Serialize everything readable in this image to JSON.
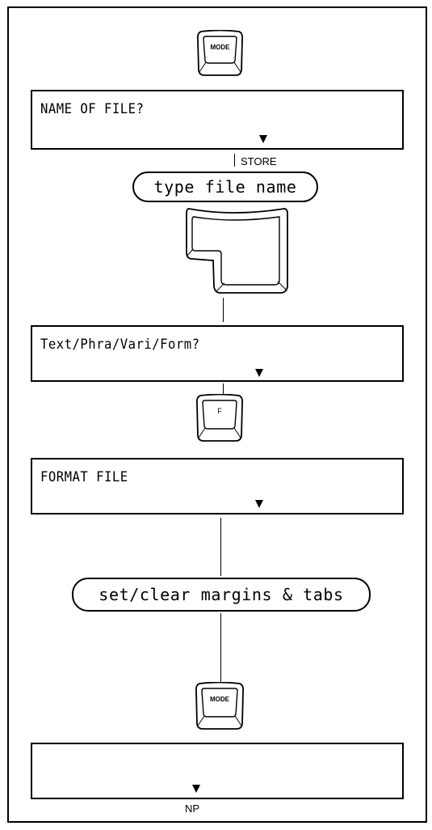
{
  "keys": {
    "mode_key_1": "MODE",
    "f_key": "F",
    "mode_key_2": "MODE"
  },
  "displays": {
    "name_of_file": "NAME OF FILE?",
    "file_type_prompt": "Text/Phra/Vari/Form?",
    "format_file": "FORMAT FILE",
    "final": ""
  },
  "actions": {
    "type_file_name": "type file name",
    "set_clear": "set/clear margins & tabs"
  },
  "labels": {
    "store": "STORE",
    "np": "NP"
  }
}
